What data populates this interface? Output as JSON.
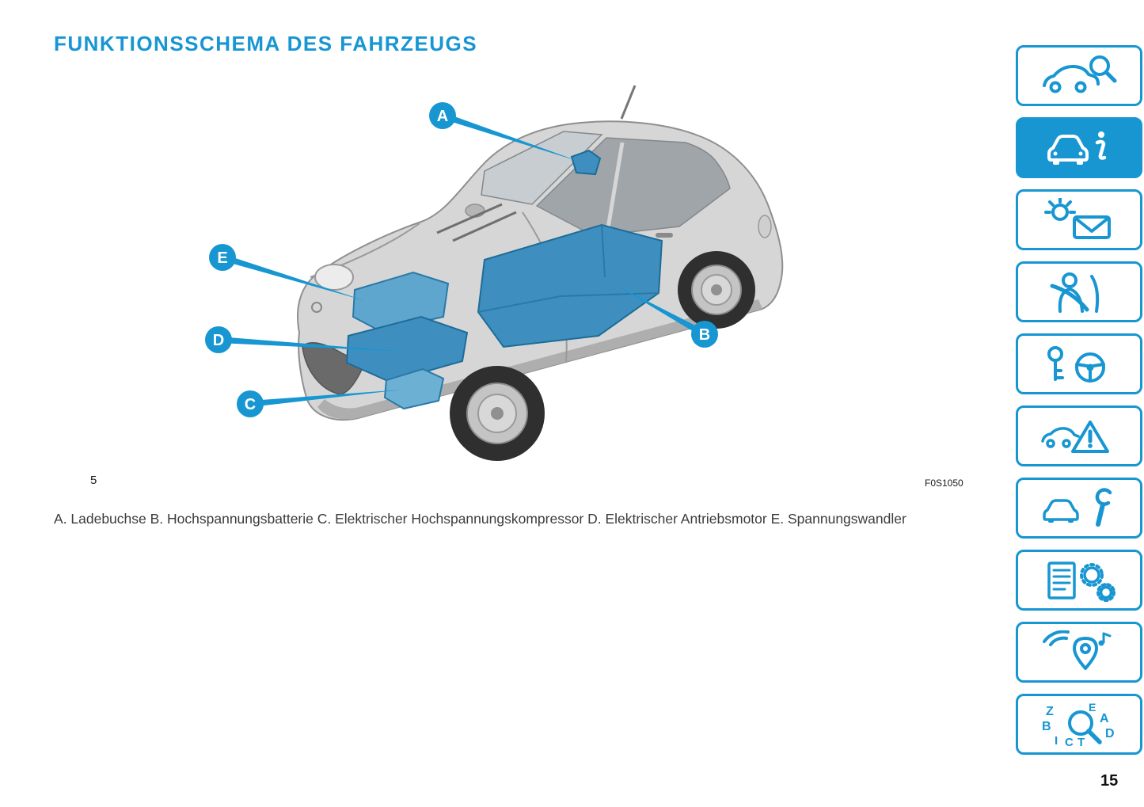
{
  "page": {
    "title": "FUNKTIONSSCHEMA DES FAHRZEUGS",
    "page_number": "15"
  },
  "figure": {
    "number": "5",
    "code": "F0S1050",
    "callouts": [
      "A",
      "B",
      "C",
      "D",
      "E"
    ]
  },
  "caption": {
    "text": "A. Ladebuchse B. Hochspannungsbatterie C. Elektrischer Hochspannungskompressor D. Elektrischer Antriebsmotor E. Spannungswandler"
  },
  "sidebar": {
    "items": [
      {
        "icon": "car-search-icon",
        "active": false
      },
      {
        "icon": "car-info-icon",
        "active": true
      },
      {
        "icon": "warning-lamp-message-icon",
        "active": false
      },
      {
        "icon": "occupant-safety-icon",
        "active": false
      },
      {
        "icon": "key-steering-wheel-icon",
        "active": false
      },
      {
        "icon": "emergency-triangle-icon",
        "active": false
      },
      {
        "icon": "car-maintenance-icon",
        "active": false
      },
      {
        "icon": "technical-data-gears-icon",
        "active": false
      },
      {
        "icon": "multimedia-navigation-icon",
        "active": false
      },
      {
        "icon": "alphabetical-index-icon",
        "active": false
      }
    ],
    "index_letters": [
      "Z",
      "E",
      "B",
      "A",
      "I",
      "C",
      "T",
      "D"
    ]
  },
  "colors": {
    "accent": "#1796d2",
    "component_fill": "#3e8fbf"
  }
}
